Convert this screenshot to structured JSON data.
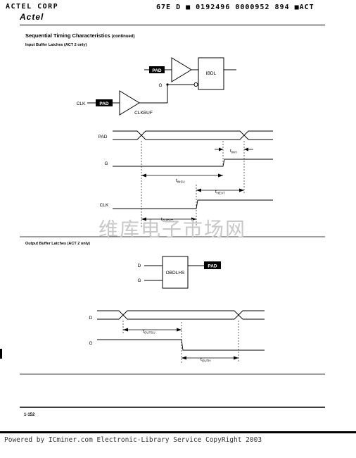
{
  "header": {
    "left": "ACTEL CORP",
    "right": "67E D  ■  0192496 0000952 894 ■ACT",
    "logo": "Actel"
  },
  "section": {
    "title": "Sequential Timing Characteristics",
    "title_note": "(continued)",
    "input_title": "Input Buffer Latches (ACT 2 only)",
    "output_title": "Output Buffer Latches (ACT 2 only)"
  },
  "input_diagram": {
    "pad_top": "PAD",
    "ibdl": "IBDL",
    "g": "G",
    "clk": "CLK",
    "pad_clk": "PAD",
    "clkbuf": "CLKBUF"
  },
  "input_timing": {
    "pad": "PAD",
    "g": "G",
    "clk": "CLK",
    "t_inh": "INH",
    "t_insu": "INSU",
    "t_hext": "HEXT",
    "t_suext": "SUEXT"
  },
  "output_diagram": {
    "d": "D",
    "g": "G",
    "obdlhs": "OBDLHS",
    "pad": "PAD"
  },
  "output_timing": {
    "d": "D",
    "g": "G",
    "t_outsu": "OUTSU",
    "t_outh": "OUTH"
  },
  "watermark": "维库电子市场网",
  "footer": {
    "page_number": "1-152",
    "powered_by": "Powered by ICminer.com Electronic-Library Service CopyRight 2003"
  }
}
